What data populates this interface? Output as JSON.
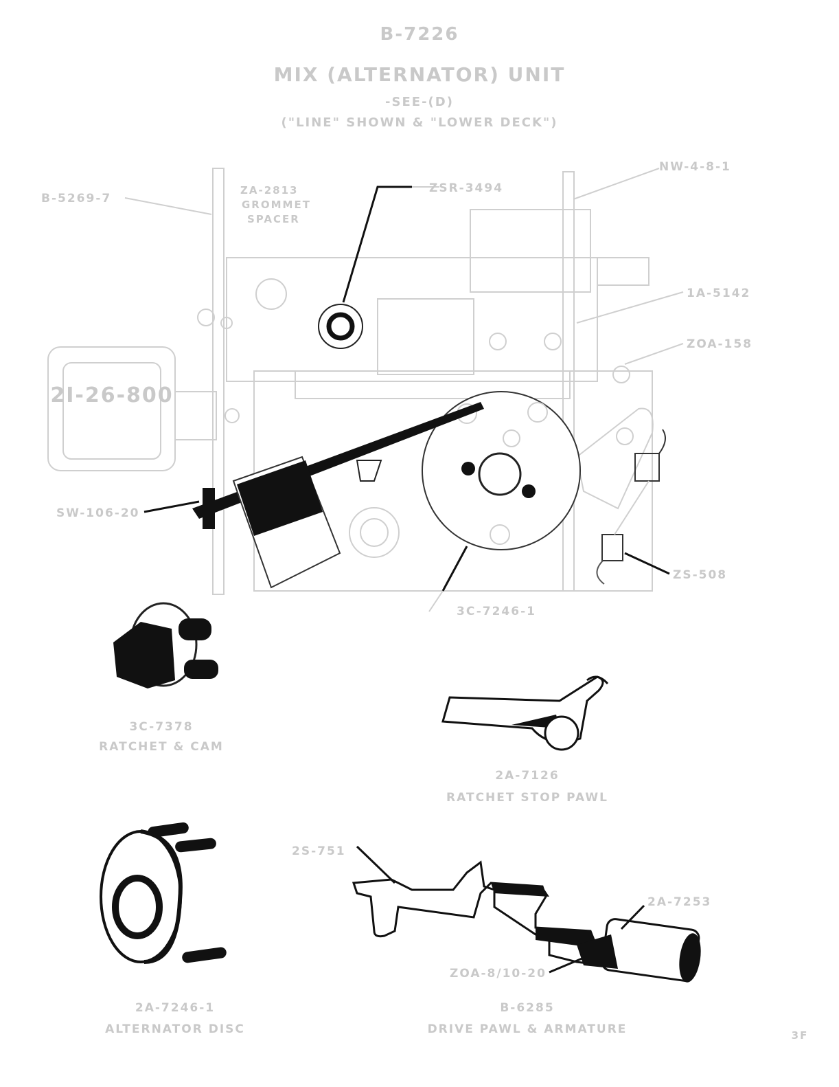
{
  "header": {
    "code": "B-7226",
    "title": "MIX (ALTERNATOR) UNIT",
    "subtitle": "-SEE-(D)",
    "note": "(\"LINE\" SHOWN & \"LOWER DECK\")"
  },
  "assembly_labels": {
    "l1": "B-5269-7",
    "l2": "ZA-2813",
    "l2b": "GROMMET",
    "l2c": "SPACER",
    "l3": "ZSR-3494",
    "l4": "NW-4-8-1",
    "l5": "1A-5142",
    "l6": "ZOA-158",
    "l7": "SW-106-20",
    "l8": "ZS-508",
    "l9": "3C-7246-1",
    "magnet": "2I-26-800"
  },
  "parts": [
    {
      "line1": "3C-7378",
      "line2": "RATCHET & CAM"
    },
    {
      "line1": "2A-7126",
      "line2": "RATCHET STOP PAWL"
    },
    {
      "line1": "2A-7246-1",
      "line2": "ALTERNATOR DISC"
    },
    {
      "line1": "B-6285",
      "line2": "DRIVE PAWL & ARMATURE"
    }
  ],
  "drive_labels": {
    "a": "2S-751",
    "b": "2A-7253",
    "c": "ZOA-8/10-20"
  },
  "page_number": "3F"
}
